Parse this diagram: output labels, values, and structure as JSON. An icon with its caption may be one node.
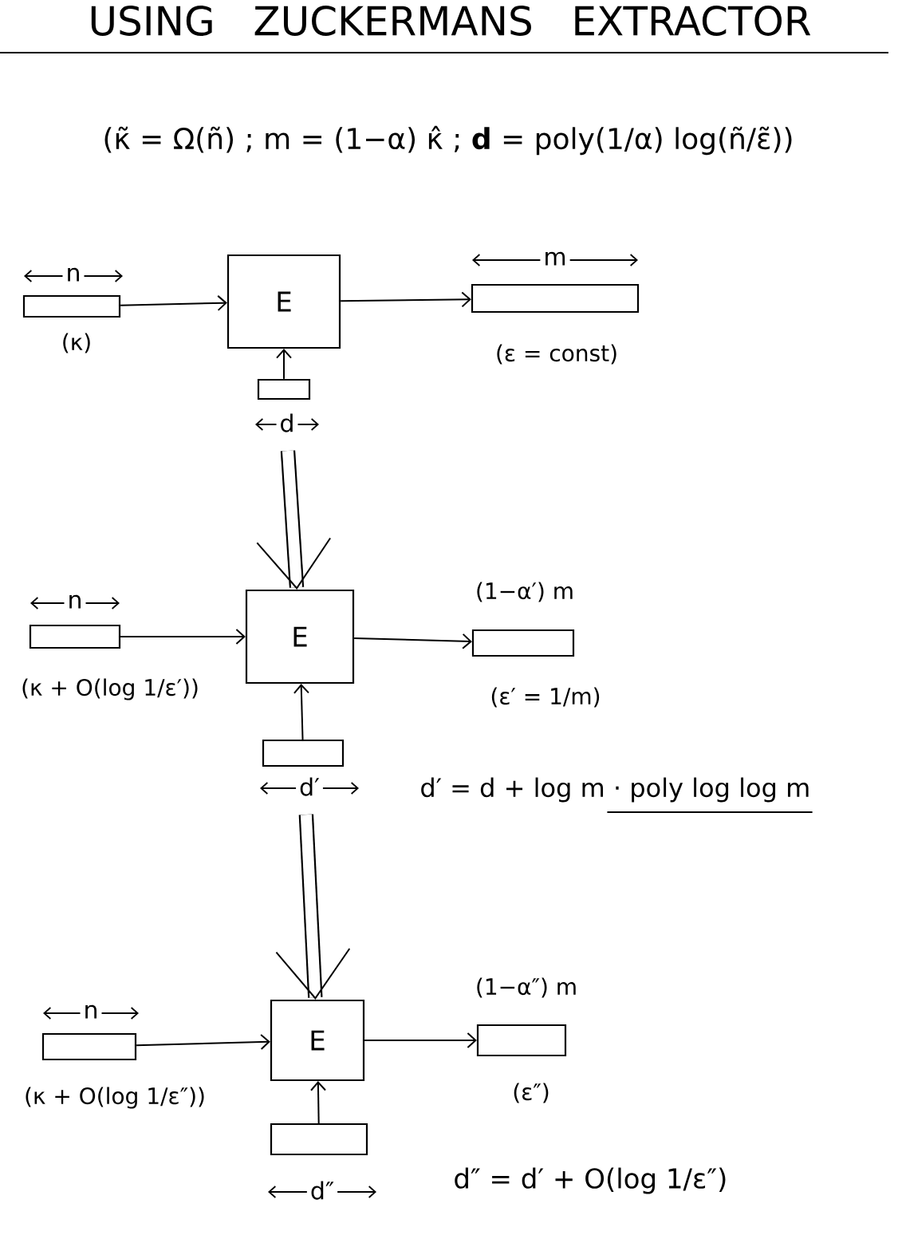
{
  "diagram": {
    "title": "USING ZUCKERMANS EXTRACTOR",
    "nodes": [
      {
        "text": [],
        "shape": "bar",
        "beside": [
          "n",
          "(κ)"
        ]
      },
      {
        "text": [
          "E"
        ]
      },
      {
        "text": [
          "d"
        ]
      },
      {
        "text": [],
        "shape": "bar",
        "beside": [
          "m",
          "(ε = const)"
        ]
      },
      {
        "text": [],
        "shape": "bar",
        "beside": [
          "n",
          "(κ + O(log 1/ε′))"
        ]
      },
      {
        "text": [
          "E"
        ]
      },
      {
        "text": [
          "d′"
        ]
      },
      {
        "text": [],
        "shape": "bar",
        "beside": [
          "(1−α′) m",
          "(ε′ = 1/m)"
        ]
      },
      {
        "text": [],
        "shape": "bar",
        "beside": [
          "n",
          "(κ + O(log 1/ε″))"
        ]
      },
      {
        "text": [
          "E"
        ]
      },
      {
        "text": [
          "d″"
        ]
      },
      {
        "text": [],
        "shape": "bar",
        "beside": [
          "(1−α″) m",
          "(ε″)"
        ]
      }
    ],
    "edges": [
      {
        "from": 0,
        "to": 1,
        "arrow": "to"
      },
      {
        "from": 2,
        "to": 1,
        "arrow": "to"
      },
      {
        "from": 1,
        "to": 3,
        "arrow": "to"
      },
      {
        "from": 2,
        "to": 5,
        "arrow": "to",
        "style": "thick"
      },
      {
        "from": 4,
        "to": 5,
        "arrow": "to"
      },
      {
        "from": 6,
        "to": 5,
        "arrow": "to"
      },
      {
        "from": 5,
        "to": 7,
        "arrow": "to"
      },
      {
        "from": 6,
        "to": 9,
        "arrow": "to",
        "style": "thick"
      },
      {
        "from": 8,
        "to": 9,
        "arrow": "to"
      },
      {
        "from": 10,
        "to": 9,
        "arrow": "to"
      },
      {
        "from": 9,
        "to": 11,
        "arrow": "to"
      }
    ],
    "labels": [
      "(κ̃ = Ω(ñ) ; m = (1−α) κ̂ ; **d** = poly(1/α) log(ñ/ε̃))",
      "d′ = d + log m · poly log log m",
      "d″ = d′ + O(log 1/ε″)"
    ]
  }
}
